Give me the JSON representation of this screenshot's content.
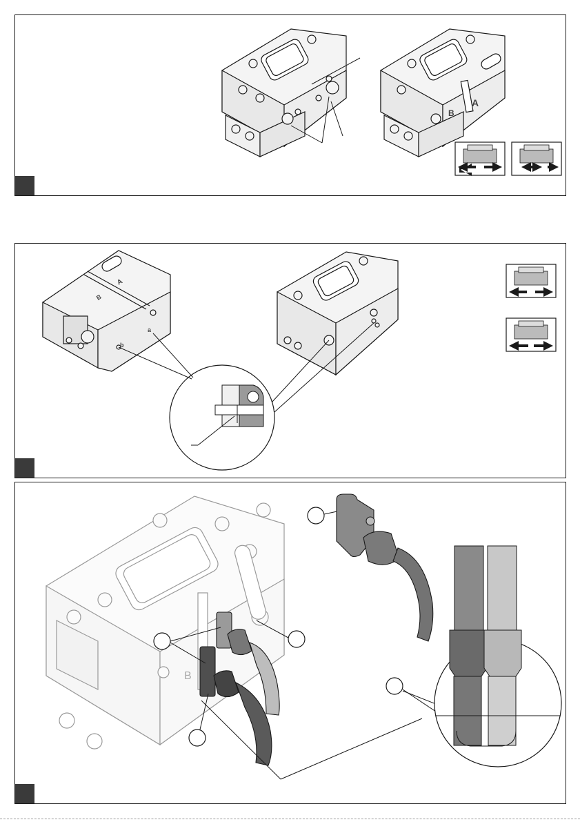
{
  "panel1": {
    "labels": {
      "a": "A",
      "b": "B"
    }
  },
  "panel2": {
    "labels": {
      "a": "A",
      "b": "B",
      "b_lower": "b",
      "a_lower": "a"
    }
  },
  "panel3": {
    "labels": {
      "b": "B"
    }
  },
  "colors": {
    "line": "#1a1a1a",
    "part_fill": "#f2f2f2",
    "dark_sensor": "#6b6b6b",
    "light_sensor": "#c8c8c8",
    "marker": "#3a3a3a"
  }
}
